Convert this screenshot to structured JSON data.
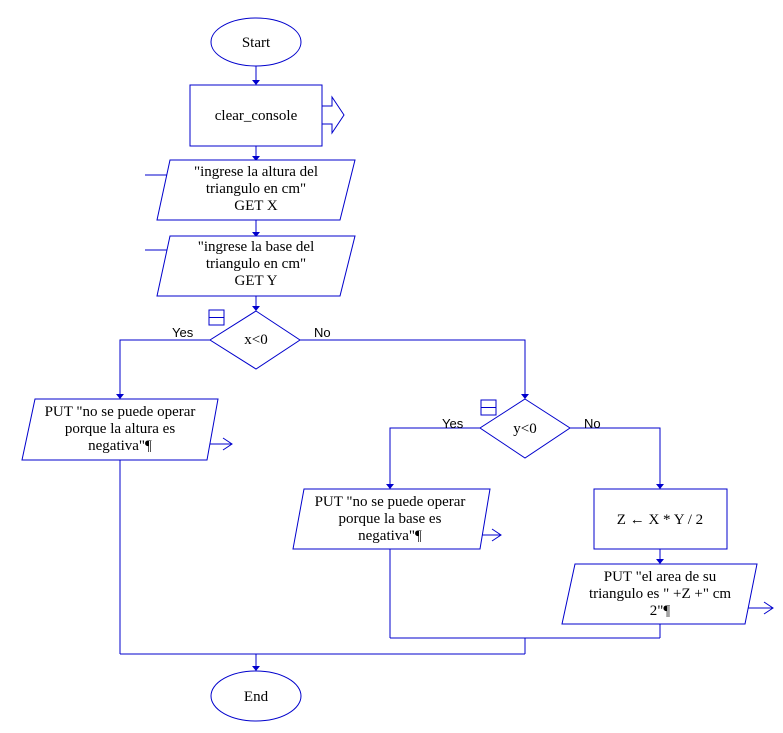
{
  "colors": {
    "stroke": "#0000cc",
    "fill": "#ffffff",
    "text": "#000000"
  },
  "nodes": {
    "start": "Start",
    "clear": "clear_console",
    "input_height": [
      "\"ingrese la altura del",
      "triangulo en cm\"",
      "GET X"
    ],
    "input_base": [
      "\"ingrese la base del",
      "triangulo en cm\"",
      "GET Y"
    ],
    "decision_x": "x<0",
    "decision_y": "y<0",
    "output_height_error": [
      "PUT \"no se puede operar",
      "porque la altura es",
      "negativa\"¶"
    ],
    "output_base_error": [
      "PUT \"no se puede operar",
      "porque la base es",
      "negativa\"¶"
    ],
    "assign": "Z ← X * Y / 2",
    "output_area": [
      "PUT \"el area de su",
      "triangulo es \" +Z +\" cm",
      "2\"¶"
    ],
    "end": "End"
  },
  "branches": {
    "x_yes": "Yes",
    "x_no": "No",
    "y_yes": "Yes",
    "y_no": "No"
  },
  "icons": [
    "collapse-box-icon",
    "collapse-box-icon"
  ]
}
